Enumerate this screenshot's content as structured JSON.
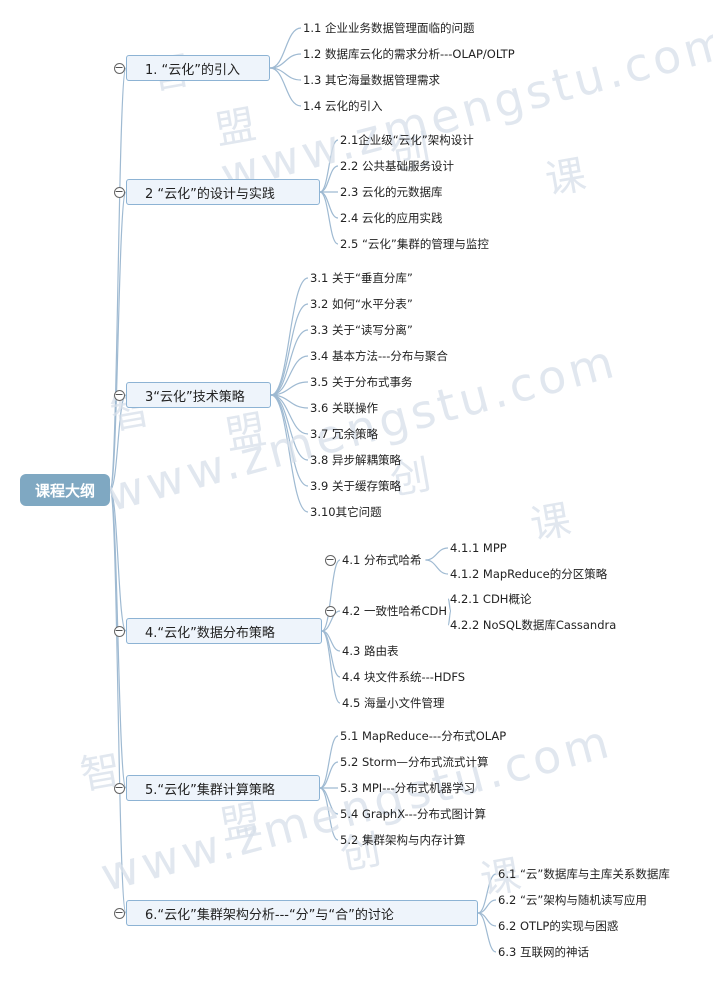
{
  "root": {
    "label": "课程大纲"
  },
  "branches": [
    {
      "label": "1. “云化”的引入",
      "children": [
        {
          "label": "1.1 企业业务数据管理面临的问题"
        },
        {
          "label": "1.2 数据库云化的需求分析---OLAP/OLTP"
        },
        {
          "label": "1.3 其它海量数据管理需求"
        },
        {
          "label": "1.4 云化的引入"
        }
      ]
    },
    {
      "label": "2 “云化”的设计与实践",
      "children": [
        {
          "label": "2.1企业级“云化”架构设计"
        },
        {
          "label": "2.2 公共基础服务设计"
        },
        {
          "label": "2.3 云化的元数据库"
        },
        {
          "label": "2.4 云化的应用实践"
        },
        {
          "label": "2.5 “云化”集群的管理与监控"
        }
      ]
    },
    {
      "label": "3“云化”技术策略",
      "children": [
        {
          "label": "3.1 关于“垂直分库”"
        },
        {
          "label": "3.2 如何“水平分表”"
        },
        {
          "label": "3.3 关于“读写分离”"
        },
        {
          "label": "3.4 基本方法---分布与聚合"
        },
        {
          "label": "3.5 关于分布式事务"
        },
        {
          "label": "3.6 关联操作"
        },
        {
          "label": "3.7 冗余策略"
        },
        {
          "label": "3.8 异步解耦策略"
        },
        {
          "label": "3.9 关于缓存策略"
        },
        {
          "label": "3.10其它问题"
        }
      ]
    },
    {
      "label": "4.“云化”数据分布策略",
      "children": [
        {
          "label": "4.1 分布式哈希",
          "children": [
            {
              "label": "4.1.1 MPP"
            },
            {
              "label": "4.1.2 MapReduce的分区策略"
            }
          ]
        },
        {
          "label": "4.2 一致性哈希CDH",
          "children": [
            {
              "label": "4.2.1 CDH概论"
            },
            {
              "label": "4.2.2 NoSQL数据库Cassandra"
            }
          ]
        },
        {
          "label": "4.3 路由表"
        },
        {
          "label": "4.4 块文件系统---HDFS"
        },
        {
          "label": "4.5 海量小文件管理"
        }
      ]
    },
    {
      "label": "5.“云化”集群计算策略",
      "children": [
        {
          "label": "5.1 MapReduce---分布式OLAP"
        },
        {
          "label": "5.2 Storm—分布式流式计算"
        },
        {
          "label": "5.3 MPI---分布式机器学习"
        },
        {
          "label": "5.4 GraphX---分布式图计算"
        },
        {
          "label": "5.2 集群架构与内存计算"
        }
      ]
    },
    {
      "label": "6.“云化”集群架构分析---“分”与“合”的讨论",
      "children": [
        {
          "label": "6.1 “云”数据库与主库关系数据库"
        },
        {
          "label": "6.2 “云”架构与随机读写应用"
        },
        {
          "label": "6.2 OTLP的实现与困惑"
        },
        {
          "label": "6.3 互联网的神话"
        }
      ]
    }
  ],
  "watermark": {
    "chars": [
      "智",
      "盟",
      "创",
      "课"
    ],
    "url": "www.zmengstu.com"
  },
  "colors": {
    "root_bg": "#7fa8c2",
    "branch_bg": "#eef4fb",
    "branch_border": "#8db3d4",
    "link": "#9fbad2"
  }
}
